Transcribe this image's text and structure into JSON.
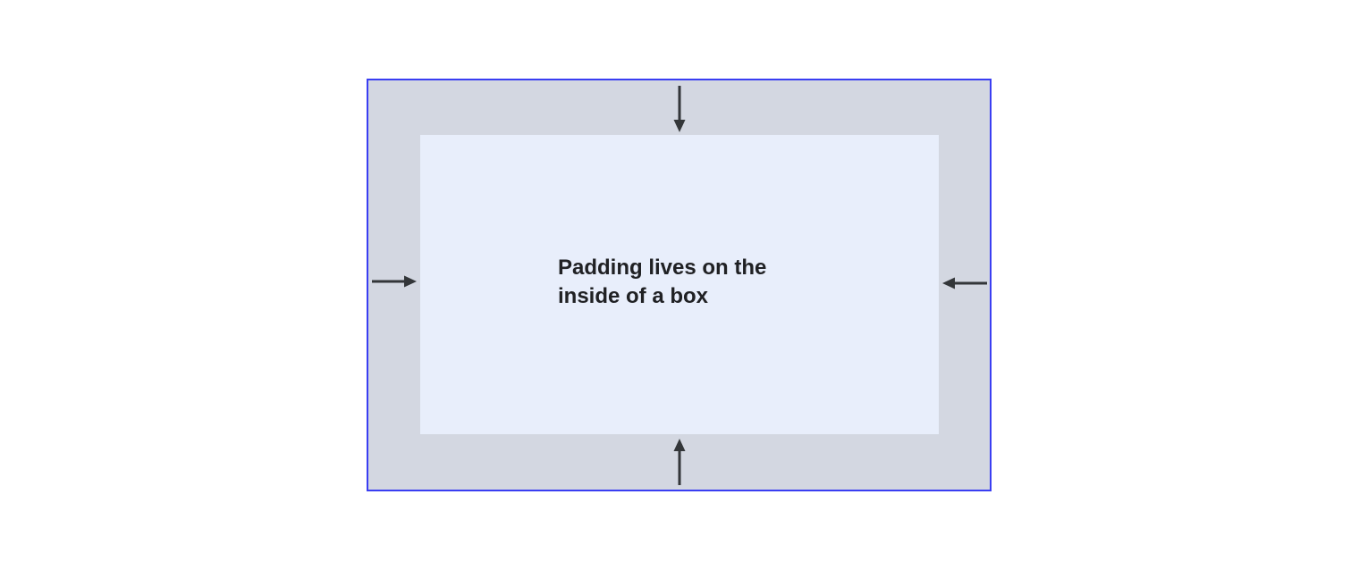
{
  "diagram": {
    "label": "Padding lives on the inside of a box",
    "outer_box": "padding-area",
    "inner_box": "content-box",
    "arrows": [
      {
        "side": "top",
        "direction": "down",
        "icon": "arrow-down-icon"
      },
      {
        "side": "right",
        "direction": "left",
        "icon": "arrow-left-icon"
      },
      {
        "side": "bottom",
        "direction": "up",
        "icon": "arrow-up-icon"
      },
      {
        "side": "left",
        "direction": "right",
        "icon": "arrow-right-icon"
      }
    ]
  },
  "colors": {
    "outer_border": "#3a3ef2",
    "outer_background": "#d3d7e1",
    "inner_background": "#e8eefb",
    "arrow": "#333639",
    "text": "#202124",
    "canvas_background": "#ffffff"
  }
}
